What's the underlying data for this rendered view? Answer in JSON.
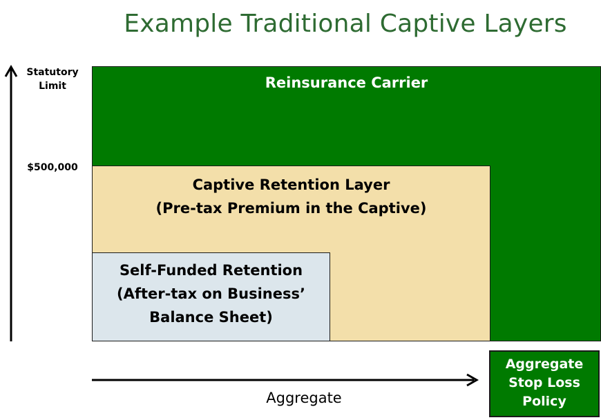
{
  "title": "Example Traditional Captive Layers",
  "y_axis": {
    "top_label_line1": "Statutory",
    "top_label_line2": "Limit",
    "mid_label": "$500,000"
  },
  "x_axis": {
    "label": "Aggregate"
  },
  "layers": {
    "reinsurance_carrier": {
      "label": "Reinsurance Carrier",
      "color": "#007a00"
    },
    "captive_retention": {
      "line1": "Captive Retention Layer",
      "line2": "(Pre-tax Premium in the Captive)",
      "color": "#f3dfaa"
    },
    "self_funded": {
      "line1": "Self-Funded Retention",
      "line2": "(After-tax on Business’",
      "line3": "Balance Sheet)",
      "color": "#dce6ec"
    },
    "stop_loss": {
      "line1": "Aggregate",
      "line2": "Stop Loss",
      "line3": "Policy",
      "color": "#007a00"
    }
  }
}
